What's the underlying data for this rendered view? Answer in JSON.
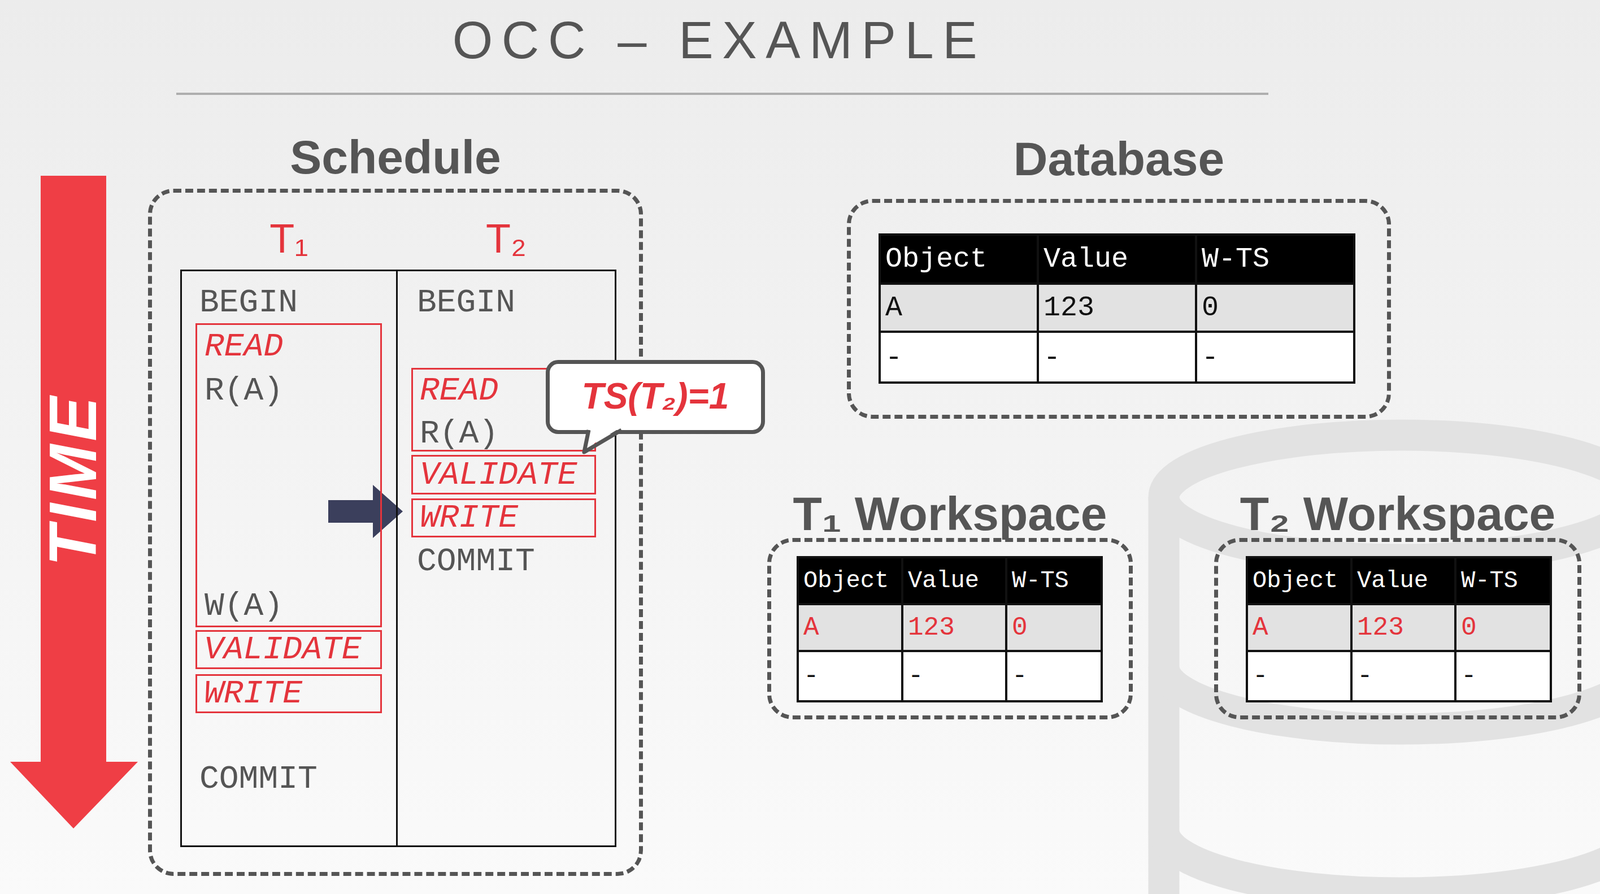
{
  "diagram": {
    "title": "OCC – EXAMPLE",
    "nodes": [
      {
        "text": [
          "Schedule"
        ]
      },
      {
        "text": [
          "T₁",
          "BEGIN",
          "COMMIT"
        ],
        "in": 0
      },
      {
        "text": [
          "READ",
          "R(A)",
          "W(A)"
        ],
        "in": 1
      },
      {
        "text": [
          "VALIDATE"
        ],
        "in": 1
      },
      {
        "text": [
          "WRITE"
        ],
        "in": 1
      },
      {
        "text": [
          "T₂",
          "BEGIN",
          "COMMIT"
        ],
        "in": 0
      },
      {
        "text": [
          "READ",
          "R(A)"
        ],
        "in": 5
      },
      {
        "text": [
          "VALIDATE"
        ],
        "in": 5
      },
      {
        "text": [
          "WRITE"
        ],
        "in": 5
      },
      {
        "text": [
          "TS(T₂)=1"
        ]
      },
      {
        "text": [
          "Database"
        ]
      },
      {
        "text": [
          "T₁ Workspace"
        ]
      },
      {
        "text": [
          "T₂ Workspace"
        ]
      }
    ],
    "labels": [
      "TIME",
      "Object",
      "Value",
      "W-TS",
      "A",
      "123",
      "0",
      "-",
      "-",
      "-",
      "Object",
      "Value",
      "W-TS",
      "A",
      "123",
      "0",
      "-",
      "-",
      "-",
      "Object",
      "Value",
      "W-TS",
      "A",
      "123",
      "0",
      "-",
      "-",
      "-"
    ]
  }
}
